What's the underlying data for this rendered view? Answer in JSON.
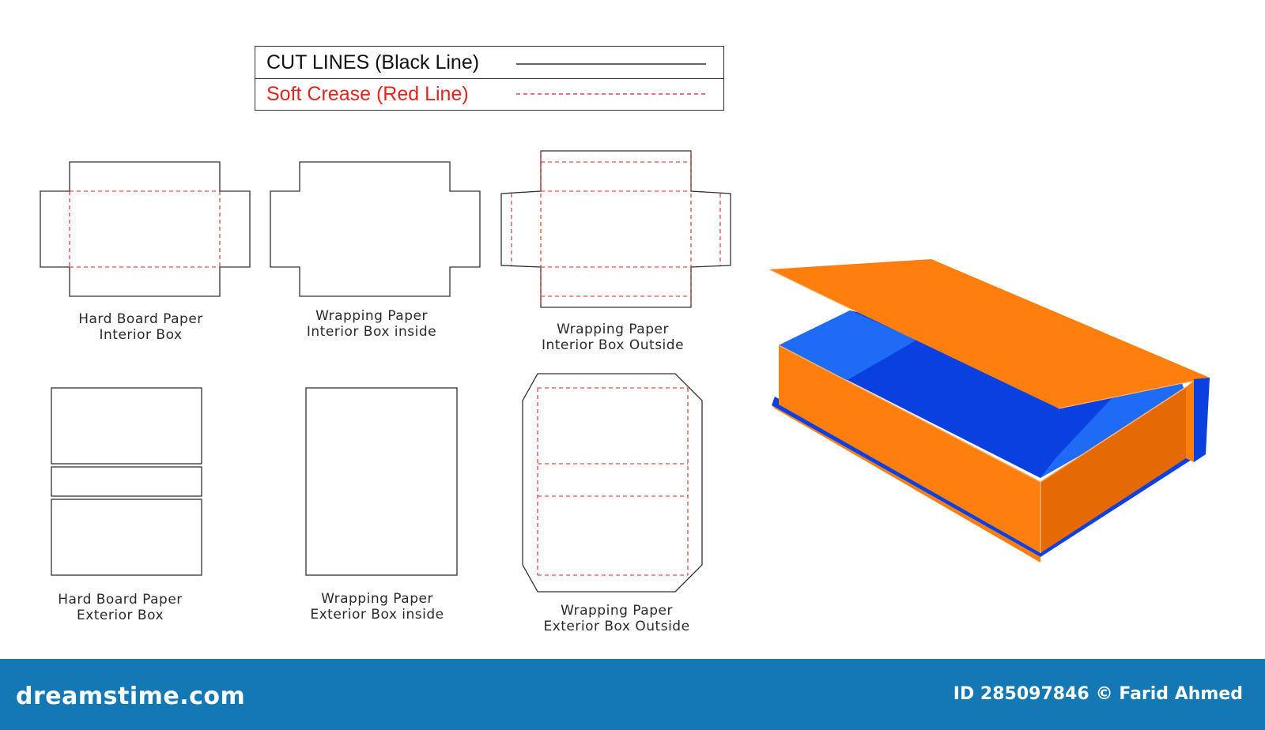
{
  "legend": {
    "cut_label": "CUT LINES (Black Line)",
    "crease_label": "Soft Crease (Red Line)"
  },
  "colors": {
    "cut_line": "#333333",
    "crease_line": "#e0261e",
    "box_orange": "#ff7f0e",
    "box_orange_dark": "#e56a05",
    "box_blue": "#0a3fe0",
    "box_blue_light": "#1e6cf5",
    "footer_bar": "#1478b4"
  },
  "dielines": [
    {
      "id": "hb-interior",
      "line1": "Hard Board Paper",
      "line2": "Interior Box"
    },
    {
      "id": "wp-interior-inside",
      "line1": "Wrapping Paper",
      "line2": "Interior Box inside"
    },
    {
      "id": "wp-interior-outside",
      "line1": "Wrapping Paper",
      "line2": "Interior Box Outside"
    },
    {
      "id": "hb-exterior",
      "line1": "Hard Board Paper",
      "line2": "Exterior Box"
    },
    {
      "id": "wp-exterior-inside",
      "line1": "Wrapping Paper",
      "line2": "Exterior Box inside"
    },
    {
      "id": "wp-exterior-outside",
      "line1": "Wrapping Paper",
      "line2": "Exterior Box Outside"
    }
  ],
  "box_illustration": {
    "icon": "magnetic-closure-box-3d"
  },
  "footer": {
    "brand": "dreamstime.com",
    "image_id": "ID 285097846",
    "author": "© Farid Ahmed"
  }
}
